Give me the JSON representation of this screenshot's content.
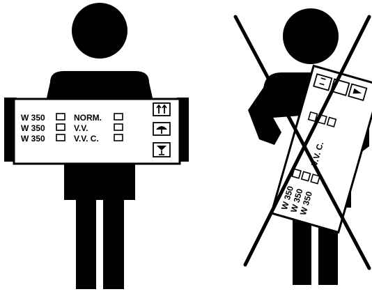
{
  "figures": {
    "correct": {
      "label_rows": [
        {
          "code": "W 350",
          "type": "NORM."
        },
        {
          "code": "W 350",
          "type": "V.V."
        },
        {
          "code": "W 350",
          "type": "V.V. C."
        }
      ],
      "icons": [
        "arrows-up-icon",
        "umbrella-icon",
        "fragile-glass-icon"
      ]
    },
    "incorrect": {
      "label_rows": [
        {
          "code": "W 350"
        },
        {
          "code": "W 350"
        },
        {
          "code": "W 350"
        }
      ],
      "vvc_text": "V.V. C.",
      "mark": "cross"
    }
  },
  "colors": {
    "figure": "#000000",
    "background": "#ffffff"
  }
}
